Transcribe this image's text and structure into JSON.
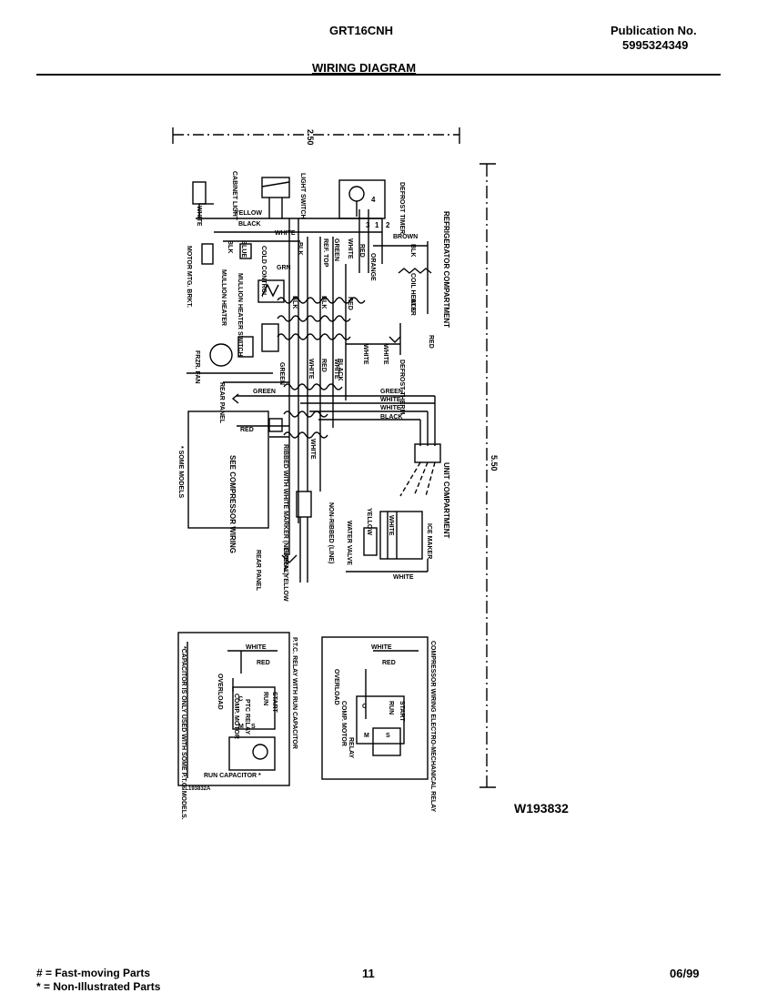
{
  "header": {
    "model": "GRT16CNH",
    "publication_label": "Publication No.",
    "publication_number": "5995324349",
    "section_title": "WIRING DIAGRAM"
  },
  "diagram": {
    "dim_top": "2.50",
    "dim_side": "5.50",
    "sections": {
      "refrigerator": "REFRIGERATOR COMPARTMENT",
      "unit": "UNIT COMPARTMENT"
    },
    "components": {
      "cabinet_light": "CABINET LIGHT",
      "light_switch": "LIGHT SWITCH",
      "defrost_timer": "DEFROST TIMER",
      "cold_control": "COLD CONTROL",
      "mullion_heater": "MULLION HEATER",
      "mullion_heater_switch": "MULLION HEATER SWITCH",
      "motor_mtg_bkt": "MOTOR MTG. BRKT.",
      "frzr_fan": "FRZR. FAN",
      "defrost_therm": "DEFROST THERM.",
      "coil_heater": "COIL HEATER",
      "rear_panel": "REAR PANEL",
      "ice_maker": "ICE MAKER",
      "water_valve": "WATER VALVE",
      "see_compressor": "SEE COMPRESSOR WIRING",
      "some_models": "* SOME MODELS",
      "ribbed": "RIBBED WITH WHITE MARKER (NEUTRAL)",
      "non_ribbed": "NON-RIBBED (LINE)",
      "ref_top": "REF. TOP"
    },
    "wire_labels": {
      "white": "WHITE",
      "black": "BLACK",
      "red": "RED",
      "green": "GREEN",
      "yellow": "YELLOW",
      "orange": "ORANGE",
      "brown": "BROWN",
      "blue": "BLUE",
      "blk": "BLK",
      "grn": "GRN",
      "green_yellow": "GREEN/ YELLOW"
    },
    "timer_terminals": [
      "4",
      "2",
      "1",
      "3"
    ],
    "ptc_panel": {
      "title": "P.T.C. RELAY WITH RUN CAPACITOR",
      "white": "WHITE",
      "red": "RED",
      "start": "START",
      "run": "RUN",
      "ptc_relay": "PTC RELAY",
      "comp_motor": "COMP. MOTOR",
      "overload": "OVERLOAD",
      "run_capacitor": "RUN CAPACITOR *",
      "note": "*CAPACITOR IS ONLY USED WITH SOME P.T.C. MODELS.",
      "part_code": "2L193832A",
      "c": "C",
      "s": "S",
      "m": "M"
    },
    "em_panel": {
      "title": "COMPRESSOR WIRING ELECTRO-MECHANICAL RELAY",
      "white": "WHITE",
      "red": "RED",
      "start": "START",
      "run": "RUN",
      "relay": "RELAY",
      "comp_motor": "COMP. MOTOR",
      "overload": "OVERLOAD",
      "c": "C",
      "s": "S",
      "m": "M"
    },
    "drawing_number": "W193832"
  },
  "footer": {
    "legend_1": "# = Fast-moving Parts",
    "legend_2": "* = Non-Illustrated Parts",
    "page_number": "11",
    "date": "06/99"
  }
}
